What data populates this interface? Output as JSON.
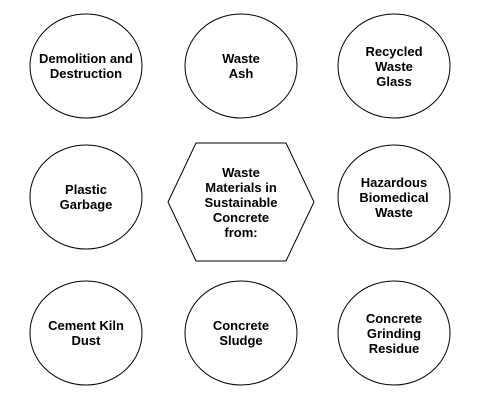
{
  "diagram": {
    "center": {
      "label": "Waste\nMaterials in\nSustainable\nConcrete\nfrom:"
    },
    "nodes": [
      {
        "id": "demolition",
        "label": "Demolition and\nDestruction"
      },
      {
        "id": "waste-ash",
        "label": "Waste\nAsh"
      },
      {
        "id": "recycled-glass",
        "label": "Recycled\nWaste\nGlass"
      },
      {
        "id": "plastic",
        "label": "Plastic\nGarbage"
      },
      {
        "id": "hazardous",
        "label": "Hazardous\nBiomedical\nWaste"
      },
      {
        "id": "cement-kiln",
        "label": "Cement Kiln\nDust"
      },
      {
        "id": "sludge",
        "label": "Concrete\nSludge"
      },
      {
        "id": "grinding",
        "label": "Concrete\nGrinding\nResidue"
      }
    ]
  }
}
